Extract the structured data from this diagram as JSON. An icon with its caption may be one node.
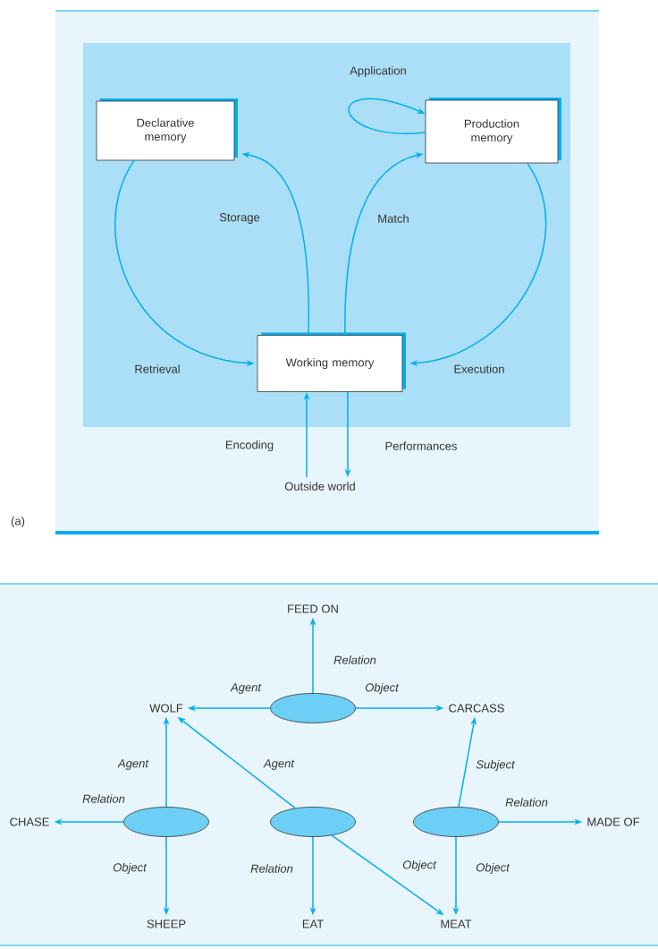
{
  "diagram": {
    "nodes": [
      {
        "text": [
          "Declarative memory"
        ]
      },
      {
        "text": [
          "Production memory"
        ]
      },
      {
        "text": [
          "Working memory"
        ]
      },
      {
        "text": [
          "Outside world"
        ]
      },
      {
        "text": [
          "FEED ON"
        ]
      },
      {
        "text": [
          "WOLF"
        ]
      },
      {
        "text": [],
        "shape": "ellipse"
      },
      {
        "text": [
          "CARCASS"
        ]
      },
      {
        "text": [
          "CHASE"
        ]
      },
      {
        "text": [],
        "shape": "ellipse"
      },
      {
        "text": [],
        "shape": "ellipse"
      },
      {
        "text": [],
        "shape": "ellipse"
      },
      {
        "text": [
          "MADE OF"
        ]
      },
      {
        "text": [
          "SHEEP"
        ]
      },
      {
        "text": [
          "EAT"
        ]
      },
      {
        "text": [
          "MEAT"
        ]
      }
    ],
    "edges": [
      {
        "from": 1,
        "to": 1,
        "arrow": "to",
        "label": "Application"
      },
      {
        "from": 2,
        "to": 0,
        "arrow": "to",
        "label": "Storage"
      },
      {
        "from": 2,
        "to": 1,
        "arrow": "to",
        "label": "Match"
      },
      {
        "from": 0,
        "to": 2,
        "arrow": "to",
        "label": "Retrieval"
      },
      {
        "from": 1,
        "to": 2,
        "arrow": "to",
        "label": "Execution"
      },
      {
        "from": 3,
        "to": 2,
        "arrow": "to",
        "label": "Encoding"
      },
      {
        "from": 2,
        "to": 3,
        "arrow": "to",
        "label": "Performances"
      },
      {
        "from": 6,
        "to": 4,
        "arrow": "to",
        "label": "Relation"
      },
      {
        "from": 6,
        "to": 5,
        "arrow": "to",
        "label": "Agent"
      },
      {
        "from": 6,
        "to": 7,
        "arrow": "to",
        "label": "Object"
      },
      {
        "from": 9,
        "to": 5,
        "arrow": "to",
        "label": "Agent"
      },
      {
        "from": 9,
        "to": 8,
        "arrow": "to",
        "label": "Relation"
      },
      {
        "from": 9,
        "to": 13,
        "arrow": "to",
        "label": "Object"
      },
      {
        "from": 10,
        "to": 5,
        "arrow": "to",
        "label": "Agent"
      },
      {
        "from": 10,
        "to": 14,
        "arrow": "to",
        "label": "Relation"
      },
      {
        "from": 10,
        "to": 15,
        "arrow": "to",
        "label": "Object"
      },
      {
        "from": 11,
        "to": 7,
        "arrow": "to",
        "label": "Subject"
      },
      {
        "from": 11,
        "to": 12,
        "arrow": "to",
        "label": "Relation"
      },
      {
        "from": 11,
        "to": 15,
        "arrow": "to",
        "label": "Object"
      }
    ],
    "labels": [
      "(a)"
    ]
  }
}
